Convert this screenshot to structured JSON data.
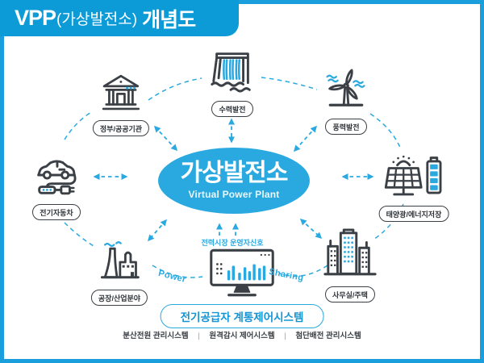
{
  "header": {
    "brand": "VPP",
    "paren": "(가상발전소)",
    "title": "개념도"
  },
  "center": {
    "title": "가상발전소",
    "subtitle": "Virtual Power Plant"
  },
  "nodes": [
    {
      "id": "government",
      "icon": "bank-building-icon",
      "label": "정부/공공기관"
    },
    {
      "id": "hydro",
      "icon": "hydro-dam-icon",
      "label": "수력발전"
    },
    {
      "id": "wind",
      "icon": "wind-turbine-icon",
      "label": "풍력발전"
    },
    {
      "id": "ev",
      "icon": "electric-car-icon",
      "label": "전기자동차"
    },
    {
      "id": "solar",
      "icon": "solar-battery-icon",
      "label": "태양광/에너지저장"
    },
    {
      "id": "factory",
      "icon": "factory-icon",
      "label": "공장/산업분야"
    },
    {
      "id": "monitor",
      "icon": "control-monitor-icon",
      "label": "전기공급자 계통제어시스템"
    },
    {
      "id": "office",
      "icon": "city-buildings-icon",
      "label": "사무실/주택"
    }
  ],
  "control": {
    "signal_label": "전력시장 운영자신호",
    "divider": "|",
    "subsystems": [
      "분산전원 관리시스템",
      "원격감시 제어시스템",
      "첨단배전 관리시스템"
    ]
  },
  "flows": {
    "power": "Power",
    "sharing": "Sharing"
  },
  "colors": {
    "banner_blue": "#0d9bd8",
    "accent_blue": "#2aa9e0",
    "icon_dark": "#3b4046"
  }
}
